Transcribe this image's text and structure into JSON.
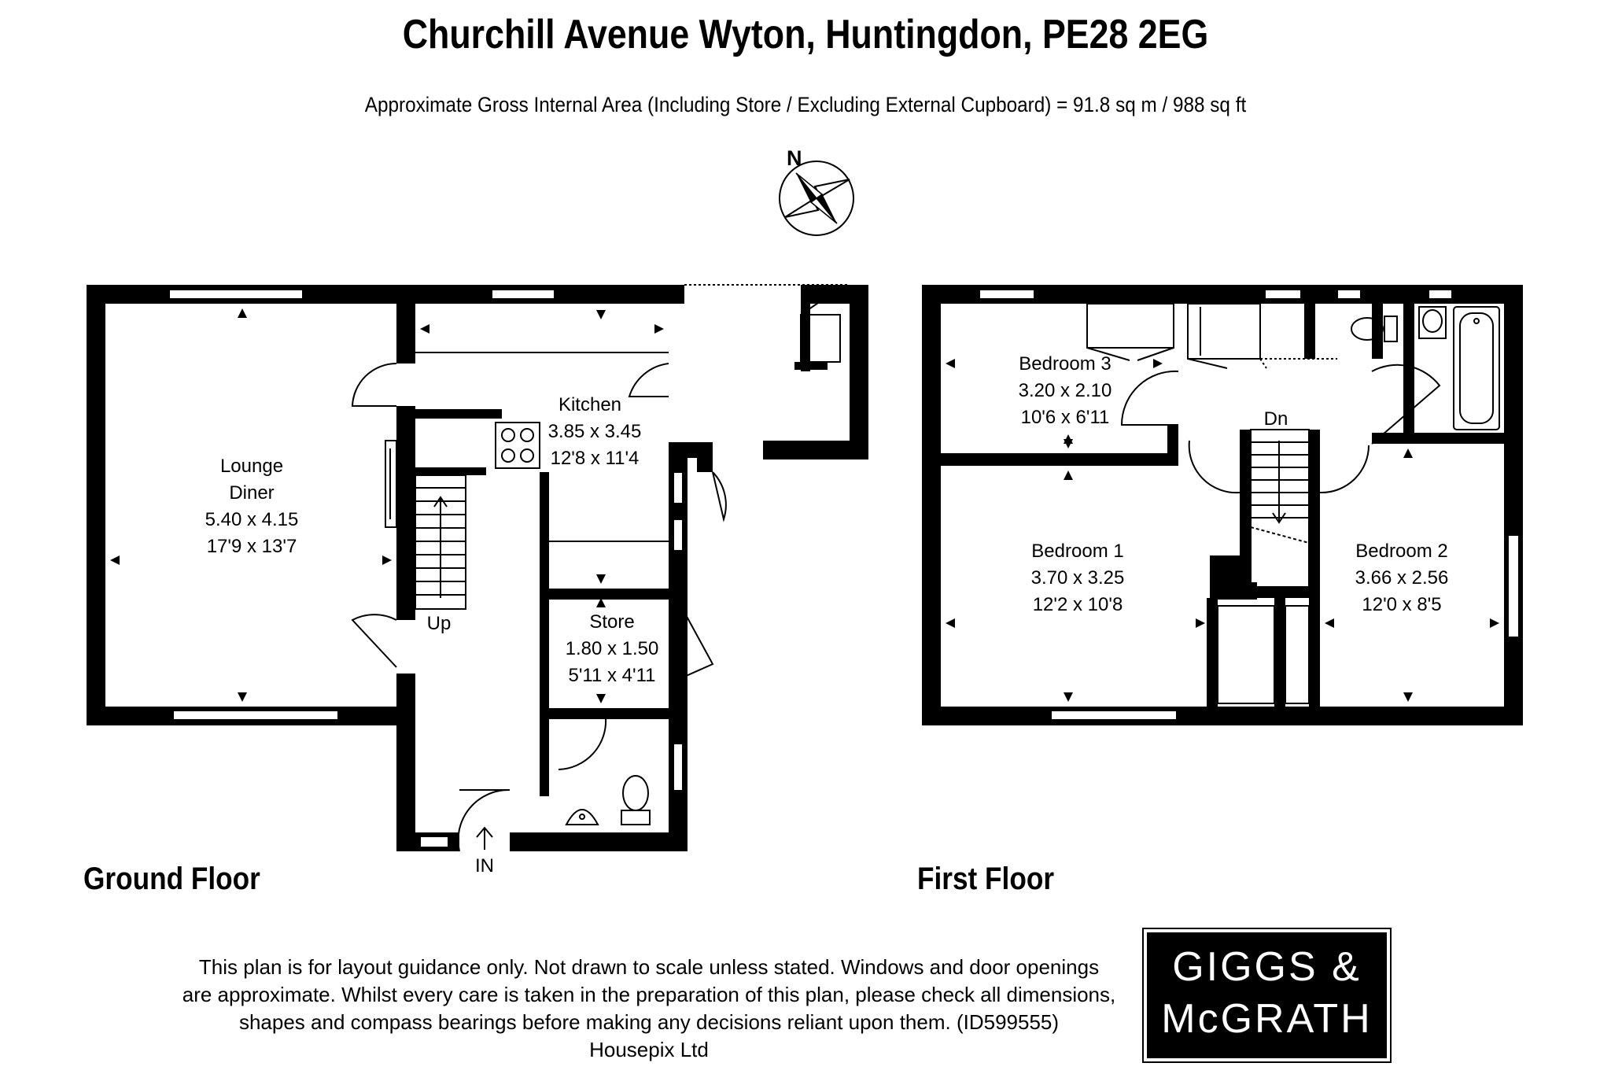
{
  "header": {
    "title": "Churchill Avenue Wyton, Huntingdon, PE28 2EG",
    "subtitle": "Approximate Gross Internal Area (Including Store / Excluding External Cupboard) = 91.8 sq m / 988 sq ft"
  },
  "compass": {
    "label": "N"
  },
  "ground_floor": {
    "label": "Ground Floor",
    "rooms": {
      "lounge": {
        "name_1": "Lounge",
        "name_2": "Diner",
        "metric": "5.40 x 4.15",
        "imperial": "17'9 x 13'7"
      },
      "kitchen": {
        "name": "Kitchen",
        "metric": "3.85 x 3.45",
        "imperial": "12'8 x 11'4"
      },
      "store": {
        "name": "Store",
        "metric": "1.80 x 1.50",
        "imperial": "5'11 x 4'11"
      }
    },
    "stairs_label": "Up",
    "entrance_label": "IN"
  },
  "first_floor": {
    "label": "First Floor",
    "rooms": {
      "bedroom1": {
        "name": "Bedroom 1",
        "metric": "3.70 x 3.25",
        "imperial": "12'2 x 10'8"
      },
      "bedroom2": {
        "name": "Bedroom 2",
        "metric": "3.66 x 2.56",
        "imperial": "12'0 x 8'5"
      },
      "bedroom3": {
        "name": "Bedroom 3",
        "metric": "3.20 x 2.10",
        "imperial": "10'6 x 6'11"
      }
    },
    "stairs_label": "Dn"
  },
  "disclaimer": {
    "line1": "This plan is for layout guidance only. Not drawn to scale unless stated. Windows and door openings",
    "line2": "are approximate. Whilst every care is taken in the preparation of this plan, please check all dimensions,",
    "line3": "shapes and compass bearings before making any decisions reliant upon them. (ID599555)",
    "line4": "Housepix Ltd"
  },
  "logo": {
    "line1": "GIGGS &",
    "line2": "McGRATH"
  },
  "colors": {
    "wall": "#000000",
    "background": "#ffffff"
  }
}
